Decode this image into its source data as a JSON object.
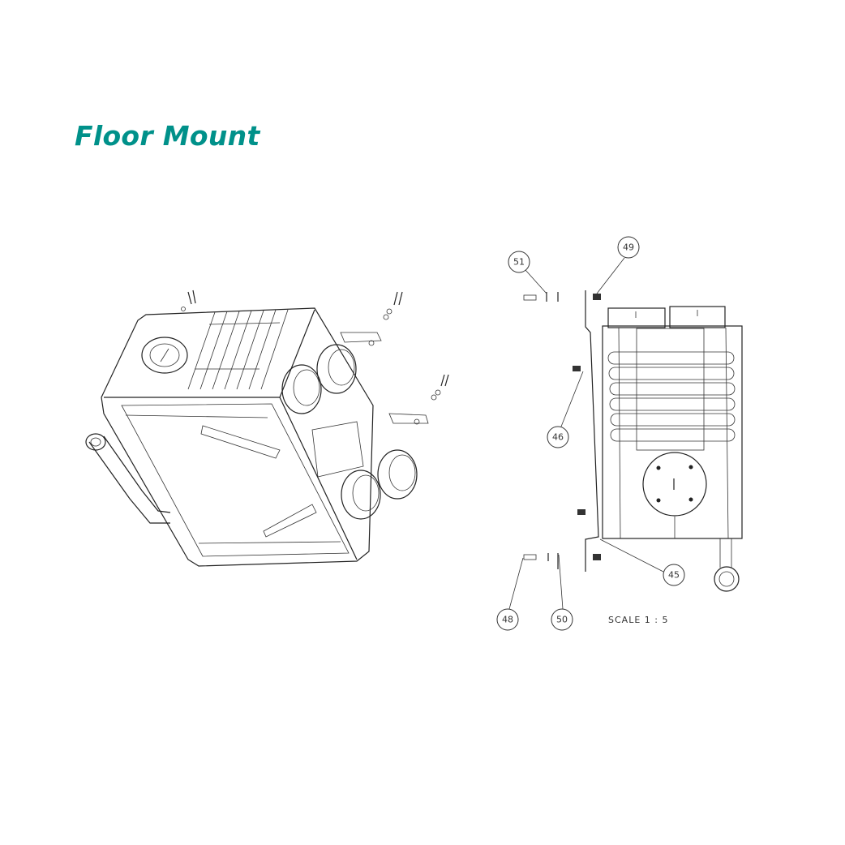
{
  "title": "Floor Mount",
  "callouts": [
    "51",
    "49",
    "46",
    "45",
    "48",
    "50"
  ],
  "scale_label": "SCALE 1 : 5",
  "colors": {
    "title": "#00918a",
    "line": "#222222"
  }
}
